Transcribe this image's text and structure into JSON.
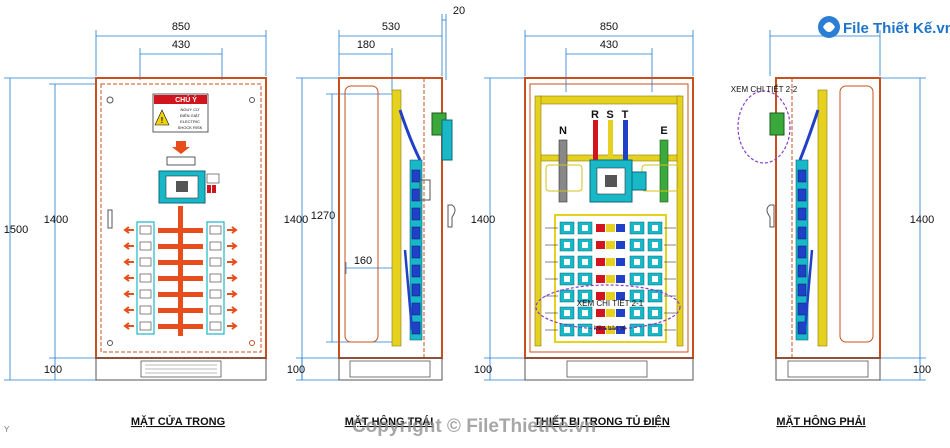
{
  "views": [
    {
      "title": "MẶT CỬA TRONG"
    },
    {
      "title": "MẶT HÔNG TRÁI"
    },
    {
      "title": "THIẾT BỊ TRONG TỦ ĐIỆN"
    },
    {
      "title": "MẶT HÔNG PHẢI"
    }
  ],
  "dims": {
    "w850": "850",
    "w430": "430",
    "w530": "530",
    "w180": "180",
    "w20": "20",
    "h1500": "1500",
    "h1400": "1400",
    "h1270": "1270",
    "h160": "160",
    "h100": "100"
  },
  "labels": {
    "warning_title": "CHÚ Ý",
    "warning_line1": "NGUY CƠ",
    "warning_line2": "ĐIỆN GIẬT",
    "warning_line3": "ELECTRIC",
    "warning_line4": "SHOCK RISK",
    "phase_n": "N",
    "phase_r": "R",
    "phase_s": "S",
    "phase_t": "T",
    "phase_e": "E",
    "detail_21": "XEM CHI TIẾT 2-1",
    "detail_22": "XEM CHI TIẾT 2-2",
    "mica": "Mika bảo vệ",
    "corner_y": "Y"
  },
  "branding": {
    "logo_text": "File Thiết Kế.vn",
    "watermark": "Copyright © FileThietKe.vn"
  },
  "colors": {
    "background": "#ffffff",
    "frame": "#c8501e",
    "dimension": "#1f7ad0",
    "busbar": "#e84e1b",
    "title": "#111111",
    "cyan": "#19b8c8",
    "yellow": "#e6d21e",
    "green": "#3aa83a",
    "blue": "#2140c8",
    "purple": "#8a3cc8"
  }
}
